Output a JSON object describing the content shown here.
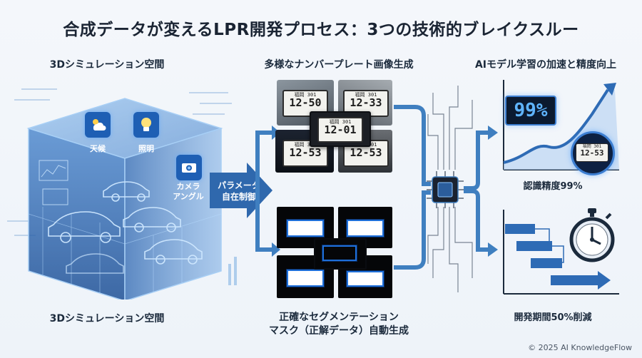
{
  "title": "合成データが変えるLPR開発プロセス：3つの技術的ブレイクスルー",
  "left": {
    "top_label": "3Dシミュレーション空間",
    "bottom_label": "3Dシミュレーション空間",
    "icons": [
      {
        "label": "天候",
        "icon": "weather-icon"
      },
      {
        "label": "照明",
        "icon": "lightbulb-icon"
      },
      {
        "label": "カメラ\nアングル",
        "icon": "camera-icon"
      }
    ],
    "arrow_label_1": "パラメータ",
    "arrow_label_2": "自在制御"
  },
  "middle": {
    "top_label": "多様なナンバープレート画像生成",
    "bottom_label_1": "正確なセグメンテーション",
    "bottom_label_2": "マスク（正解データ）自動生成",
    "plates": [
      {
        "top": "福岡 301",
        "num": "12-50"
      },
      {
        "top": "福岡 301",
        "num": "12-33"
      },
      {
        "top": "福岡 301",
        "num": "12-01"
      },
      {
        "top": "福岡 301",
        "num": "12-53"
      },
      {
        "top": "福岡 301",
        "num": "12-53"
      }
    ]
  },
  "right": {
    "top_label": "AIモデル学習の加速と精度向上",
    "accuracy_display": "99%",
    "accuracy_label": "認識精度99%",
    "badge_plate": {
      "top": "福岡 301",
      "num": "12-53"
    },
    "dev_label": "開発期間50%削減"
  },
  "footer": "© 2025 AI KnowledgeFlow",
  "colors": {
    "accent": "#1e6fd9",
    "arrow": "#3f7fc0",
    "dark": "#1a2433"
  }
}
